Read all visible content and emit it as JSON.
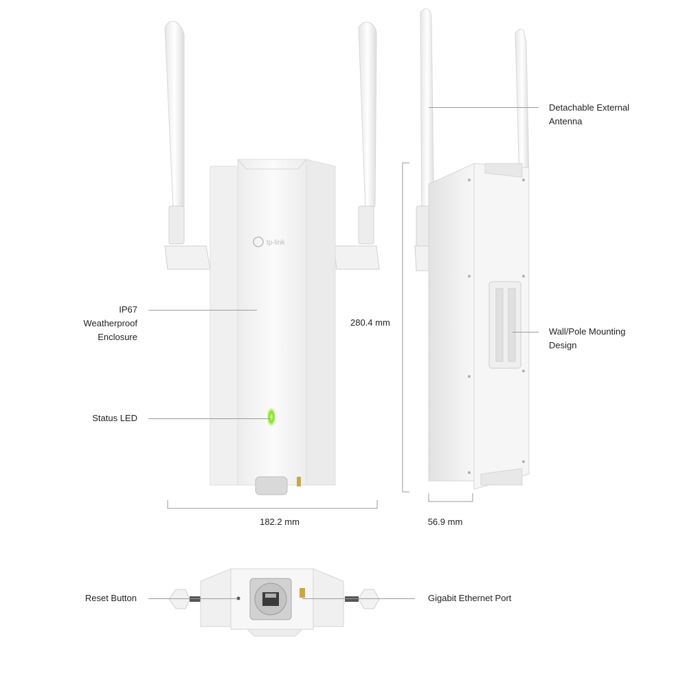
{
  "callouts": {
    "antenna": [
      "Detachable External",
      "Antenna"
    ],
    "enclosure": [
      "IP67",
      "Weatherproof",
      "Enclosure"
    ],
    "status_led": "Status LED",
    "mounting": [
      "Wall/Pole Mounting",
      "Design"
    ],
    "reset": "Reset Button",
    "ethernet": "Gigabit Ethernet Port"
  },
  "dimensions": {
    "height": "280.4 mm",
    "width": "182.2 mm",
    "depth": "56.9 mm"
  },
  "brand": "tp-link",
  "colors": {
    "led": "#7ee01a",
    "body": "#f4f4f4",
    "line": "#9a9a9a"
  }
}
